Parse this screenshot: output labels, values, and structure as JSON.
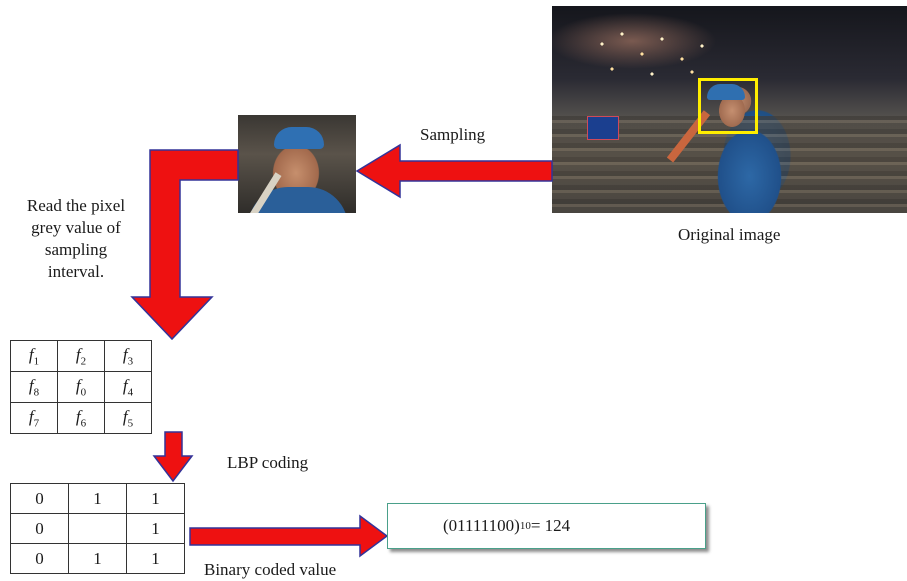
{
  "labels": {
    "sampling": "Sampling",
    "original_image": "Original image",
    "read_pixel": [
      "Read the pixel",
      "grey value of",
      "sampling",
      "interval."
    ],
    "lbp_coding": "LBP coding",
    "binary_coded_value": "Binary coded value"
  },
  "neighborhood_grid": [
    [
      {
        "f": "f",
        "sub": "1"
      },
      {
        "f": "f",
        "sub": "2"
      },
      {
        "f": "f",
        "sub": "3"
      }
    ],
    [
      {
        "f": "f",
        "sub": "8"
      },
      {
        "f": "f",
        "sub": "0"
      },
      {
        "f": "f",
        "sub": "4"
      }
    ],
    [
      {
        "f": "f",
        "sub": "7"
      },
      {
        "f": "f",
        "sub": "6"
      },
      {
        "f": "f",
        "sub": "5"
      }
    ]
  ],
  "binary_grid": [
    [
      "0",
      "1",
      "1"
    ],
    [
      "0",
      "",
      "1"
    ],
    [
      "0",
      "1",
      "1"
    ]
  ],
  "result": {
    "binary": "(01111100)",
    "base": "10",
    "equals": " = 124"
  },
  "colors": {
    "arrow_fill": "#ee1111",
    "arrow_outline": "#333399",
    "face_box": "#ffee00",
    "result_border": "#4aa08a"
  }
}
